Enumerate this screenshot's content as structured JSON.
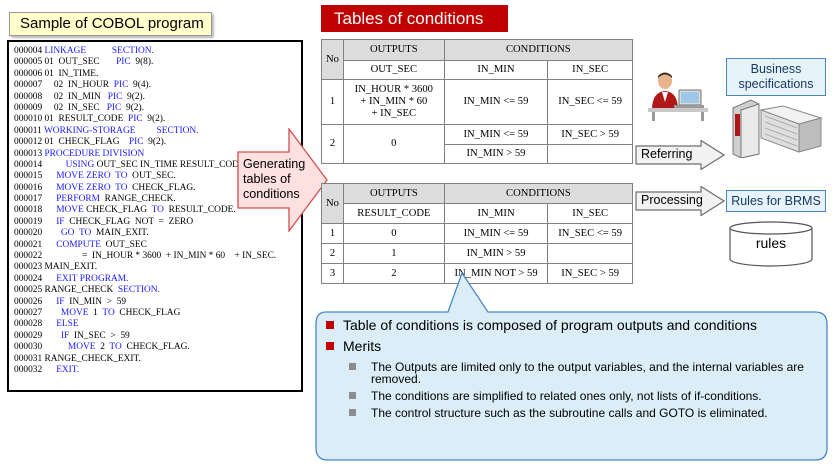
{
  "code": {
    "title": "Sample of COBOL program",
    "lines": [
      [
        {
          "t": "000004 "
        },
        {
          "t": "LINKAGE",
          "k": 1
        },
        {
          "t": "           "
        },
        {
          "t": "SECTION.",
          "k": 1
        }
      ],
      [
        {
          "t": "000005 01  OUT_SEC       "
        },
        {
          "t": "PIC",
          "k": 1
        },
        {
          "t": "  9(8)."
        }
      ],
      [
        {
          "t": "000006 01  IN_TIME."
        }
      ],
      [
        {
          "t": "000007     02  IN_HOUR  "
        },
        {
          "t": "PIC",
          "k": 1
        },
        {
          "t": "  9(4)."
        }
      ],
      [
        {
          "t": "000008     02  IN_MIN   "
        },
        {
          "t": "PIC",
          "k": 1
        },
        {
          "t": "  9(2)."
        }
      ],
      [
        {
          "t": "000009     02  IN_SEC   "
        },
        {
          "t": "PIC",
          "k": 1
        },
        {
          "t": "  9(2)."
        }
      ],
      [
        {
          "t": "000010 01  RESULT_CODE  "
        },
        {
          "t": "PIC",
          "k": 1
        },
        {
          "t": "  9(2)."
        }
      ],
      [
        {
          "t": "000011 "
        },
        {
          "t": "WORKING-STORAGE",
          "k": 1
        },
        {
          "t": "         "
        },
        {
          "t": "SECTION.",
          "k": 1
        }
      ],
      [
        {
          "t": "000012 01  CHECK_FLAG    "
        },
        {
          "t": "PIC",
          "k": 1
        },
        {
          "t": "  9(2)."
        }
      ],
      [
        {
          "t": "000013 "
        },
        {
          "t": "PROCEDURE DIVISION",
          "k": 1
        }
      ],
      [
        {
          "t": "000014          "
        },
        {
          "t": "USING",
          "k": 1
        },
        {
          "t": " OUT_SEC IN_TIME RESULT_CODE."
        }
      ],
      [
        {
          "t": "000015      "
        },
        {
          "t": "MOVE",
          "k": 1
        },
        {
          "t": " "
        },
        {
          "t": "ZERO",
          "k": 1
        },
        {
          "t": "  "
        },
        {
          "t": "TO",
          "k": 1
        },
        {
          "t": "  OUT_SEC."
        }
      ],
      [
        {
          "t": "000016      "
        },
        {
          "t": "MOVE",
          "k": 1
        },
        {
          "t": " "
        },
        {
          "t": "ZERO",
          "k": 1
        },
        {
          "t": "  "
        },
        {
          "t": "TO",
          "k": 1
        },
        {
          "t": "  CHECK_FLAG."
        }
      ],
      [
        {
          "t": "000017      "
        },
        {
          "t": "PERFORM",
          "k": 1
        },
        {
          "t": "  RANGE_CHECK."
        }
      ],
      [
        {
          "t": "000018      "
        },
        {
          "t": "MOVE",
          "k": 1
        },
        {
          "t": " CHECK_FLAG  "
        },
        {
          "t": "TO",
          "k": 1
        },
        {
          "t": "  RESULT_CODE."
        }
      ],
      [
        {
          "t": "000019      "
        },
        {
          "t": "IF",
          "k": 1
        },
        {
          "t": "  CHECK_FLAG  NOT  =  ZERO"
        }
      ],
      [
        {
          "t": "000020        "
        },
        {
          "t": "GO",
          "k": 1
        },
        {
          "t": "  "
        },
        {
          "t": "TO",
          "k": 1
        },
        {
          "t": "  MAIN_EXIT."
        }
      ],
      [
        {
          "t": "000021      "
        },
        {
          "t": "COMPUTE",
          "k": 1
        },
        {
          "t": "  OUT_SEC"
        }
      ],
      [
        {
          "t": "000022                 =  IN_HOUR * 3600  + IN_MIN * 60    + IN_SEC."
        }
      ],
      [
        {
          "t": "000023 MAIN_EXIT."
        }
      ],
      [
        {
          "t": "000024      "
        },
        {
          "t": "EXIT PROGRAM.",
          "k": 1
        }
      ],
      [
        {
          "t": "000025 RANGE_CHECK  "
        },
        {
          "t": "SECTION.",
          "k": 1
        }
      ],
      [
        {
          "t": "000026      "
        },
        {
          "t": "IF",
          "k": 1
        },
        {
          "t": "  IN_MIN  >  59"
        }
      ],
      [
        {
          "t": "000027        "
        },
        {
          "t": "MOVE",
          "k": 1
        },
        {
          "t": "  1  "
        },
        {
          "t": "TO",
          "k": 1
        },
        {
          "t": "  CHECK_FLAG"
        }
      ],
      [
        {
          "t": "000028      "
        },
        {
          "t": "ELSE",
          "k": 1
        }
      ],
      [
        {
          "t": "000029        "
        },
        {
          "t": "IF",
          "k": 1
        },
        {
          "t": "  IN_SEC  >  59"
        }
      ],
      [
        {
          "t": "000030           "
        },
        {
          "t": "MOVE",
          "k": 1
        },
        {
          "t": "  2  "
        },
        {
          "t": "TO",
          "k": 1
        },
        {
          "t": "  CHECK_FLAG."
        }
      ],
      [
        {
          "t": "000031 RANGE_CHECK_EXIT."
        }
      ],
      [
        {
          "t": "000032      "
        },
        {
          "t": "EXIT.",
          "k": 1
        }
      ]
    ]
  },
  "generating_label": "Generating tables of conditions",
  "tables_title": "Tables of conditions",
  "table1": {
    "no_header": "No",
    "outputs_header": "OUTPUTS",
    "conditions_header": "CONDITIONS",
    "col_output": "OUT_SEC",
    "col_min": "IN_MIN",
    "col_sec": "IN_SEC",
    "row1": {
      "no": "1",
      "out_l1": "IN_HOUR * 3600",
      "out_l2": "+ IN_MIN * 60",
      "out_l3": "+ IN_SEC",
      "min": "IN_MIN <= 59",
      "sec": "IN_SEC <= 59"
    },
    "row2": {
      "no": "2",
      "out": "0",
      "min_a": "IN_MIN <= 59",
      "sec_a": "IN_SEC > 59",
      "min_b": "IN_MIN > 59",
      "sec_b": ""
    }
  },
  "table2": {
    "no_header": "No",
    "outputs_header": "OUTPUTS",
    "conditions_header": "CONDITIONS",
    "col_output": "RESULT_CODE",
    "col_min": "IN_MIN",
    "col_sec": "IN_SEC",
    "rows": [
      {
        "no": "1",
        "out": "0",
        "min": "IN_MIN <= 59",
        "sec": "IN_SEC <= 59"
      },
      {
        "no": "2",
        "out": "1",
        "min": "IN_MIN > 59",
        "sec": ""
      },
      {
        "no": "3",
        "out": "2",
        "min": "IN_MIN NOT > 59",
        "sec": "IN_SEC > 59"
      }
    ]
  },
  "referring_label": "Referring",
  "processing_label": "Processing",
  "business_label_l1": "Business",
  "business_label_l2": "specifications",
  "rules_brms_label": "Rules for BRMS",
  "rules_label": "rules",
  "callout": {
    "main1": "Table of conditions is composed of program outputs and conditions",
    "main2": "Merits",
    "sub1": "The Outputs are limited only to the output variables, and the internal variables are removed.",
    "sub2": "The conditions are simplified to related ones only, not lists of if-conditions.",
    "sub3": "The control structure such as the subroutine calls and GOTO is eliminated."
  },
  "colors": {
    "title_red": "#c00000",
    "callout_fill": "#dbeef8",
    "callout_border": "#4a86c5",
    "keyword_blue": "#1a1aff",
    "gen_arrow_fill": "#fde0e0"
  }
}
